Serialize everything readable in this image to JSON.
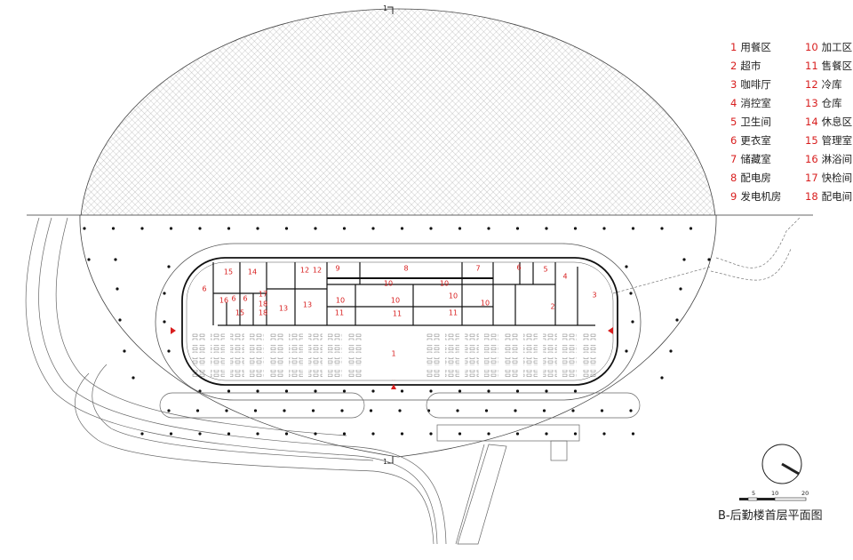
{
  "legend": [
    {
      "num": "1",
      "label": "用餐区"
    },
    {
      "num": "2",
      "label": "超市"
    },
    {
      "num": "3",
      "label": "咖啡厅"
    },
    {
      "num": "4",
      "label": "消控室"
    },
    {
      "num": "5",
      "label": "卫生间"
    },
    {
      "num": "6",
      "label": "更衣室"
    },
    {
      "num": "7",
      "label": "储藏室"
    },
    {
      "num": "8",
      "label": "配电房"
    },
    {
      "num": "9",
      "label": "发电机房"
    },
    {
      "num": "10",
      "label": "加工区"
    },
    {
      "num": "11",
      "label": "售餐区"
    },
    {
      "num": "12",
      "label": "冷库"
    },
    {
      "num": "13",
      "label": "仓库"
    },
    {
      "num": "14",
      "label": "休息区"
    },
    {
      "num": "15",
      "label": "管理室"
    },
    {
      "num": "16",
      "label": "淋浴间"
    },
    {
      "num": "17",
      "label": "快检间"
    },
    {
      "num": "18",
      "label": "配电间"
    }
  ],
  "section_mark": "1",
  "room_labels": [
    "15",
    "14",
    "12",
    "12",
    "9",
    "8",
    "7",
    "6",
    "5",
    "4",
    "6",
    "10",
    "10",
    "10",
    "10",
    "10",
    "10",
    "3",
    "16",
    "6",
    "6",
    "17",
    "18",
    "18",
    "13",
    "13",
    "11",
    "11",
    "11",
    "2",
    "15",
    "1"
  ],
  "scale": {
    "ticks": [
      "5",
      "10",
      "20"
    ]
  },
  "title": "B-后勤楼首层平面图",
  "colors": {
    "accent": "#d81e1e",
    "line": "#222222",
    "hatch": "#9a9a9a"
  }
}
